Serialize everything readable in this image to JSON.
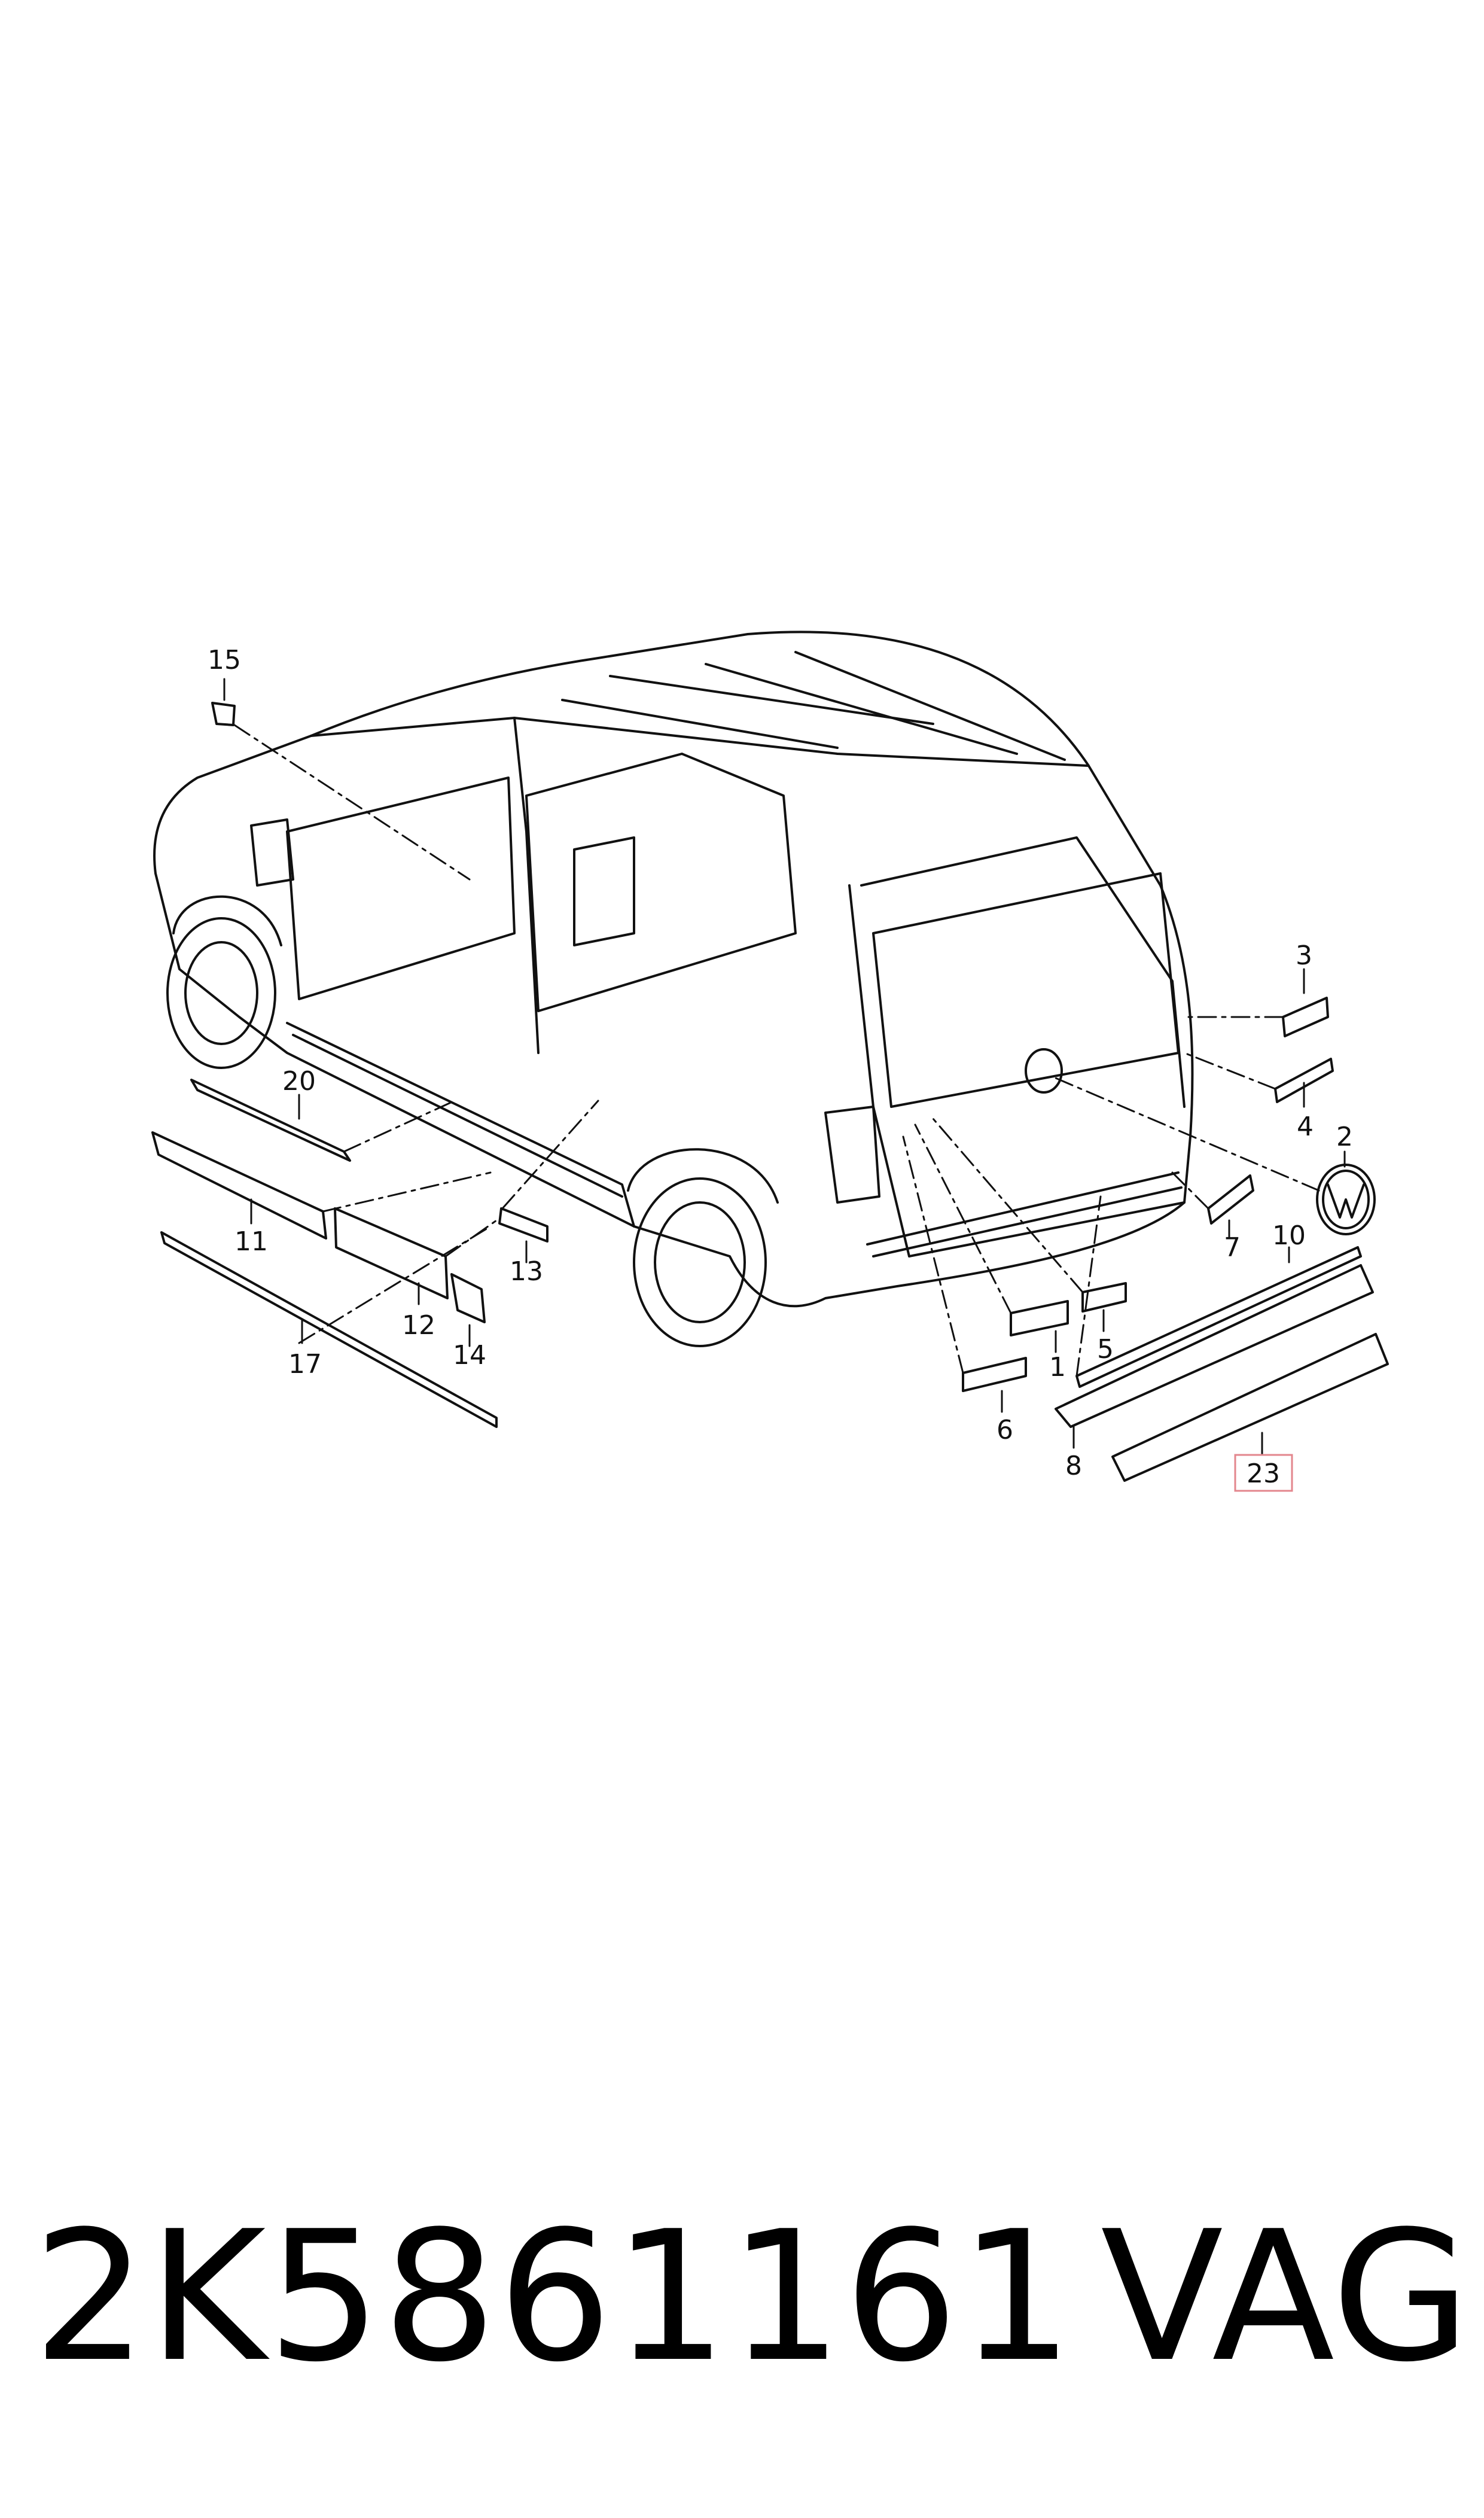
{
  "callouts": {
    "c1": "1",
    "c2": "2",
    "c3": "3",
    "c4": "4",
    "c5": "5",
    "c6": "6",
    "c7": "7",
    "c8": "8",
    "c10": "10",
    "c11": "11",
    "c12": "12",
    "c13": "13",
    "c14": "14",
    "c15": "15",
    "c17": "17",
    "c20": "20",
    "c23": "23"
  },
  "highlighted_callout": "23",
  "highlight_color": "#e3868d",
  "footer": {
    "part_number": "2K5861161",
    "brand": "VAG"
  }
}
